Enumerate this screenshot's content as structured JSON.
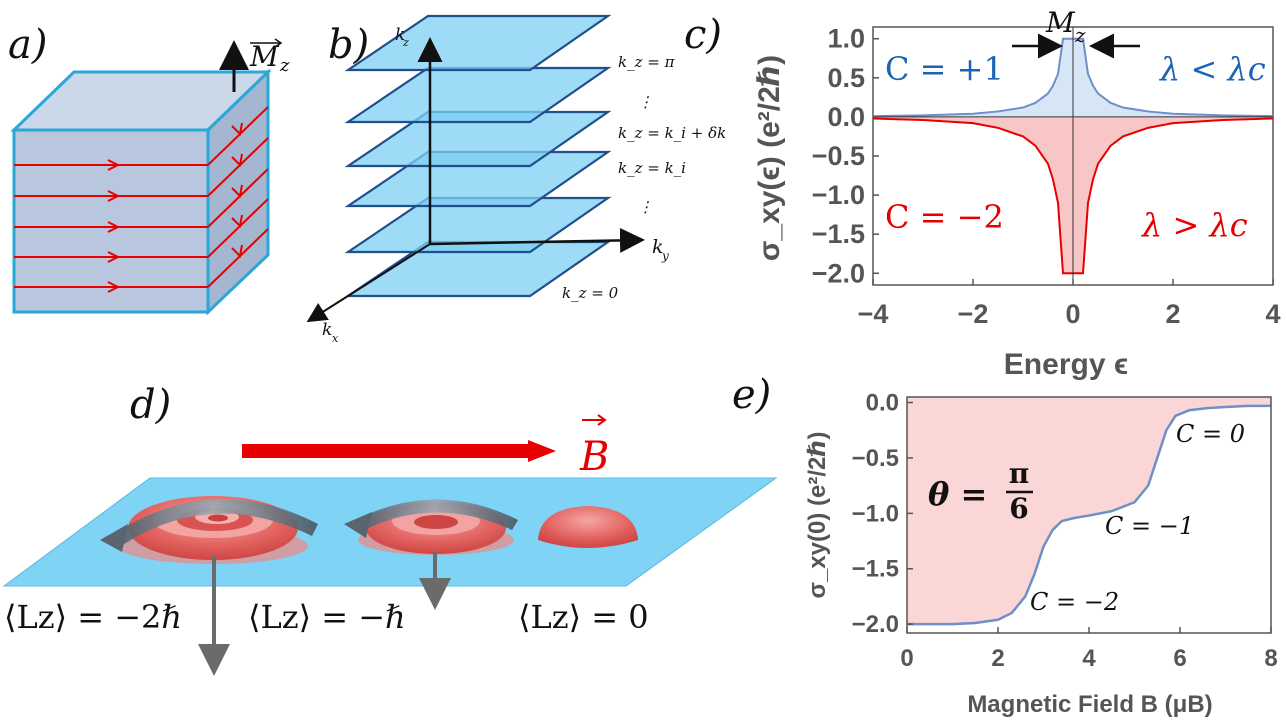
{
  "panels": {
    "a": {
      "label": "a)",
      "vector_symbol": "M",
      "vector_subscript": "z"
    },
    "b": {
      "label": "b)",
      "axis_kz": "k",
      "axis_kz_sub": "z",
      "axis_ky": "k",
      "axis_ky_sub": "y",
      "axis_kx": "k",
      "axis_kx_sub": "x",
      "plane_labels": [
        "k_z = π",
        "⋮",
        "k_z = k_i + δk",
        "k_z = k_i",
        "⋮",
        "k_z = 0"
      ]
    },
    "c": {
      "label": "c)",
      "annotation_Mz": "M",
      "annotation_Mz_sub": "z",
      "ylabel": "σ_xy(ϵ) (e²/2ℏ)",
      "xlabel": "Energy  ϵ",
      "text_C_plus": "C = +1",
      "text_C_minus": "C = −2",
      "text_lambda_less": "λ < λc",
      "text_lambda_greater": "λ > λc",
      "color_blue": "#1a64b4",
      "color_red": "#e60000"
    },
    "d": {
      "label": "d)",
      "field_symbol": "B",
      "lz_labels": [
        "⟨Lz⟩ = −2ℏ",
        "⟨Lz⟩ = −ℏ",
        "⟨Lz⟩ = 0"
      ]
    },
    "e": {
      "label": "e)",
      "ylabel": "σ_xy(0) (e²/2ℏ)",
      "xlabel": "Magnetic Field B (μB)",
      "theta_text": "θ =",
      "theta_num": "π",
      "theta_den": "6",
      "c_labels": [
        "C = 0",
        "C = −1",
        "C = −2"
      ]
    }
  },
  "chart_data": [
    {
      "id": "c",
      "type": "area",
      "xlabel": "Energy ϵ",
      "ylabel": "σxy(ϵ) (e²/2ℏ)",
      "xlim": [
        -4,
        4
      ],
      "ylim": [
        -2.0,
        1.0
      ],
      "xticks": [
        "−4",
        "−2",
        "0",
        "2",
        "4"
      ],
      "yticks": [
        "1.0",
        "0.5",
        "0.0",
        "−0.5",
        "−1.0",
        "−1.5",
        "−2.0"
      ],
      "series": [
        {
          "name": "λ < λc",
          "color": "#6f8fc8",
          "fill": "#d6e6f7",
          "x": [
            -4,
            -3,
            -2,
            -1.5,
            -1,
            -0.75,
            -0.5,
            -0.4,
            -0.3,
            -0.2,
            0,
            0.2,
            0.3,
            0.4,
            0.5,
            0.75,
            1,
            1.5,
            2,
            3,
            4
          ],
          "y": [
            0.01,
            0.02,
            0.04,
            0.07,
            0.12,
            0.18,
            0.3,
            0.4,
            0.55,
            1.0,
            1.0,
            1.0,
            0.55,
            0.4,
            0.3,
            0.18,
            0.12,
            0.07,
            0.04,
            0.02,
            0.01
          ]
        },
        {
          "name": "λ > λc",
          "color": "#e60000",
          "fill": "#f8c6c6",
          "x": [
            -4,
            -3,
            -2,
            -1.5,
            -1,
            -0.75,
            -0.5,
            -0.4,
            -0.3,
            -0.2,
            0,
            0.2,
            0.3,
            0.4,
            0.5,
            0.75,
            1,
            1.5,
            2,
            3,
            4
          ],
          "y": [
            -0.02,
            -0.04,
            -0.08,
            -0.14,
            -0.25,
            -0.37,
            -0.6,
            -0.8,
            -1.1,
            -2.0,
            -2.0,
            -2.0,
            -1.1,
            -0.8,
            -0.6,
            -0.37,
            -0.25,
            -0.14,
            -0.08,
            -0.04,
            -0.02
          ]
        }
      ]
    },
    {
      "id": "e",
      "type": "line",
      "xlabel": "Magnetic Field B (μB)",
      "ylabel": "σxy(0) (e²/2ℏ)",
      "xlim": [
        0,
        8
      ],
      "ylim": [
        -2.0,
        0.0
      ],
      "xticks": [
        "0",
        "2",
        "4",
        "6",
        "8"
      ],
      "yticks": [
        "0.0",
        "−0.5",
        "−1.0",
        "−1.5",
        "−2.0"
      ],
      "series": [
        {
          "color": "#6f8fc8",
          "x": [
            0,
            1,
            1.5,
            2,
            2.3,
            2.6,
            2.8,
            3.0,
            3.2,
            3.4,
            3.7,
            4,
            4.5,
            5,
            5.3,
            5.5,
            5.7,
            5.9,
            6.2,
            6.6,
            7,
            7.5,
            8
          ],
          "y": [
            -2.0,
            -2.0,
            -1.99,
            -1.96,
            -1.9,
            -1.75,
            -1.55,
            -1.3,
            -1.15,
            -1.07,
            -1.04,
            -1.02,
            -0.98,
            -0.9,
            -0.75,
            -0.5,
            -0.25,
            -0.12,
            -0.07,
            -0.05,
            -0.04,
            -0.03,
            -0.03
          ]
        }
      ]
    }
  ]
}
